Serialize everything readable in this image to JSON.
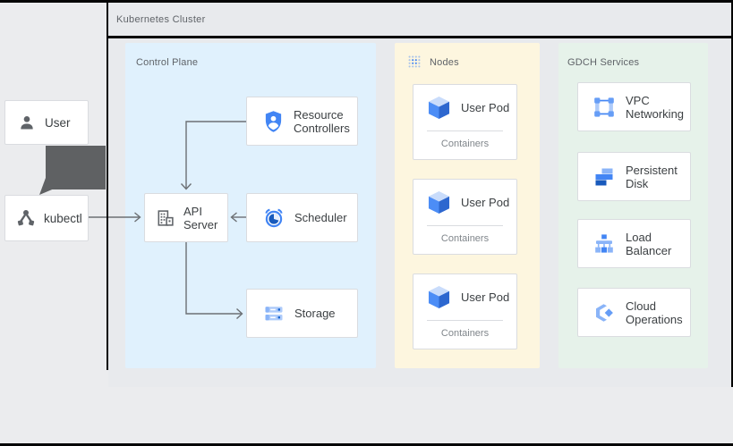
{
  "diagram": {
    "cluster_label": "Kubernetes Cluster",
    "external": {
      "user_label": "User",
      "kubectl_label": "kubectl"
    },
    "control_plane": {
      "label": "Control Plane",
      "resource_controllers": {
        "lines": [
          "Resource",
          "Controllers"
        ],
        "icon": "resource-controllers-shield-icon"
      },
      "api_server": {
        "lines": [
          "API",
          "Server"
        ],
        "icon": "api-server-building-icon"
      },
      "scheduler": {
        "label": "Scheduler",
        "icon": "scheduler-clock-icon"
      },
      "storage": {
        "label": "Storage",
        "icon": "storage-disks-icon"
      }
    },
    "nodes": {
      "label": "Nodes",
      "icon": "nodes-dotted-grid-icon",
      "pods": [
        {
          "label": "User Pod",
          "sublabel": "Containers",
          "icon": "pod-cube-icon"
        },
        {
          "label": "User Pod",
          "sublabel": "Containers",
          "icon": "pod-cube-icon"
        },
        {
          "label": "User Pod",
          "sublabel": "Containers",
          "icon": "pod-cube-icon"
        }
      ]
    },
    "gdch_services": {
      "label": "GDCH Services",
      "services": [
        {
          "lines": [
            "VPC",
            "Networking"
          ],
          "icon": "vpc-networking-icon"
        },
        {
          "lines": [
            "Persistent",
            "Disk"
          ],
          "icon": "persistent-disk-icon"
        },
        {
          "lines": [
            "Load",
            "Balancer"
          ],
          "icon": "load-balancer-icon"
        },
        {
          "lines": [
            "Cloud",
            "Operations"
          ],
          "icon": "cloud-operations-icon"
        }
      ]
    },
    "connections": [
      {
        "from": "user",
        "to": "kubectl",
        "style": "thick-gray"
      },
      {
        "from": "kubectl",
        "to": "api-server",
        "style": "thin-arrow"
      },
      {
        "from": "resource-controllers",
        "to": "api-server",
        "style": "thin-arrow"
      },
      {
        "from": "scheduler",
        "to": "api-server",
        "style": "thin-arrow"
      },
      {
        "from": "api-server",
        "to": "storage",
        "style": "thin-arrow"
      }
    ],
    "colors": {
      "page_bg": "#ebecee",
      "cluster_bg": "#e8eaed",
      "control_plane_bg": "#e0f1fd",
      "nodes_bg": "#fdf6df",
      "gdch_bg": "#e6f2ea",
      "card_border": "#dadce0",
      "google_blue": "#4285f4",
      "dark_blue": "#185abc",
      "light_blue": "#8ab4f8",
      "icon_gray": "#5f6368",
      "arrow_gray": "#6c7074",
      "thick_arrow_gray": "#5f6163",
      "label_gray": "#5f6368",
      "text_dark": "#3c4043",
      "muted_text": "#80868b"
    }
  }
}
